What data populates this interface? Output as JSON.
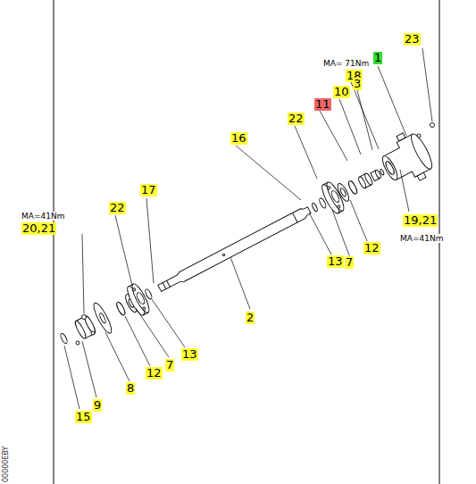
{
  "diagram": {
    "labels": [
      "23",
      "MA= 71Nm",
      "1",
      "18",
      "3",
      "10",
      "11",
      "22",
      "16",
      "19,21",
      "MA=41Nm",
      "17",
      "22",
      "MA=41Nm",
      "20,21",
      "2",
      "13",
      "7",
      "12",
      "12",
      "7",
      "13",
      "8",
      "9",
      "15",
      "00000EBY"
    ]
  }
}
